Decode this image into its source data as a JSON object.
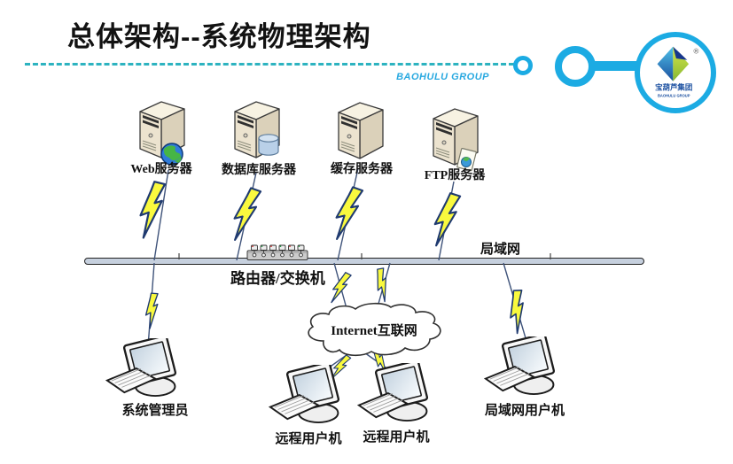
{
  "slide": {
    "title": "总体架构--系统物理架构",
    "brand": "BAOHULU GROUP",
    "logo": {
      "reg": "®",
      "name_cn": "宝葫芦集团",
      "name_en": "BAOHULU GROUP"
    },
    "colors": {
      "accent": "#1cabe3",
      "dash": "#2db3c0",
      "bolt_fill": "#f9f93e",
      "bolt_stroke": "#1f3a70"
    }
  },
  "diagram": {
    "servers": [
      {
        "label": "Web服务器",
        "type": "web-server"
      },
      {
        "label": "数据库服务器",
        "type": "database-server"
      },
      {
        "label": "缓存服务器",
        "type": "cache-server"
      },
      {
        "label": "FTP服务器",
        "type": "ftp-server"
      }
    ],
    "network": {
      "lan_label": "局域网",
      "router_label": "路由器/交换机",
      "internet_label": "Internet互联网"
    },
    "clients": [
      {
        "label": "系统管理员",
        "role": "system-administrator"
      },
      {
        "label": "远程用户机",
        "role": "remote-user"
      },
      {
        "label": "远程用户机",
        "role": "remote-user"
      },
      {
        "label": "局域网用户机",
        "role": "lan-user"
      }
    ]
  }
}
